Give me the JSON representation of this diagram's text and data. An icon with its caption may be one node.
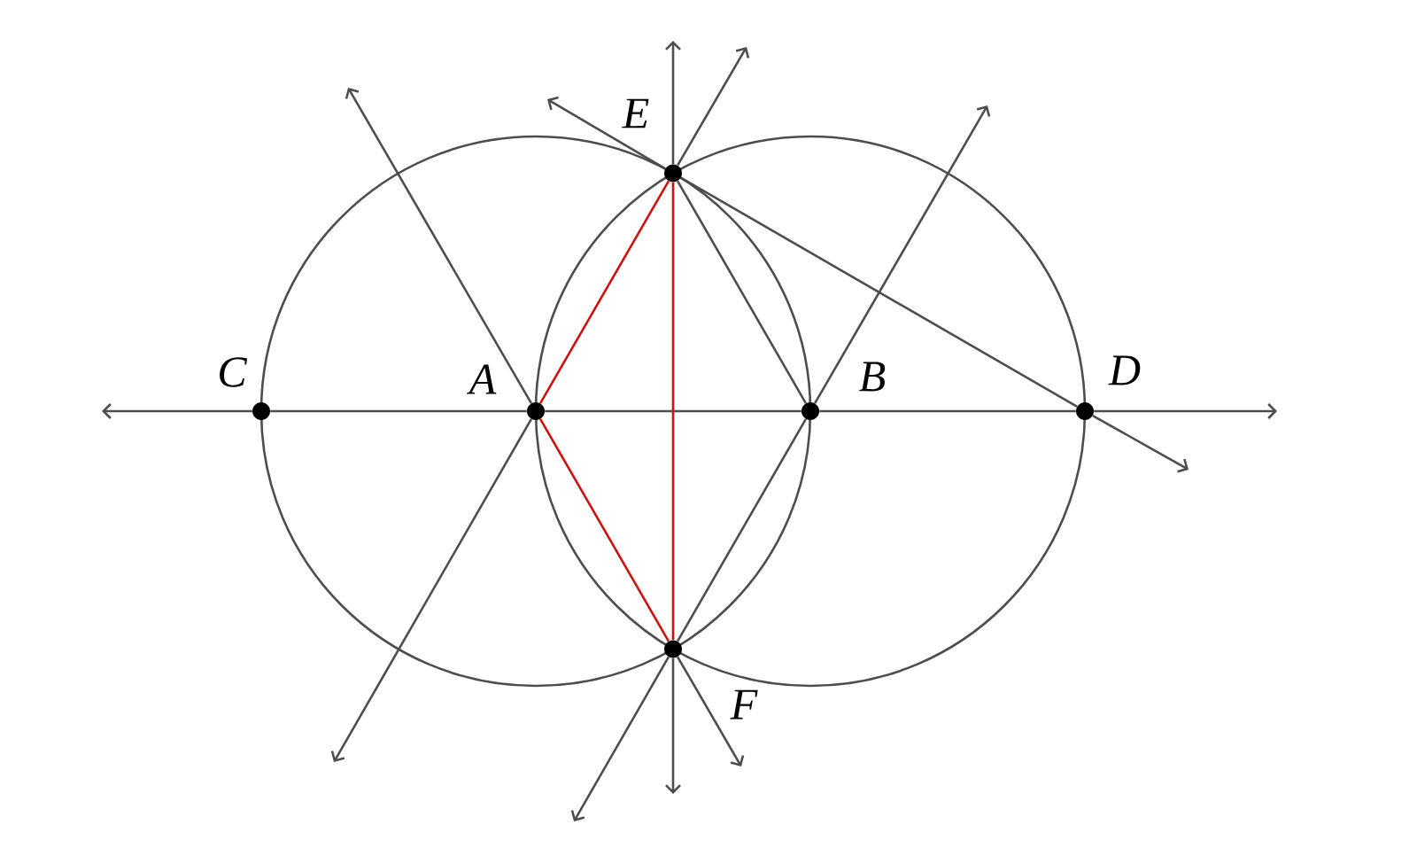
{
  "diagram": {
    "nodes": [
      {
        "text": [
          "C"
        ]
      },
      {
        "text": [
          "A"
        ]
      },
      {
        "text": [
          "B"
        ]
      },
      {
        "text": [
          "D"
        ]
      },
      {
        "text": [
          "E"
        ]
      },
      {
        "text": [
          "F"
        ]
      }
    ],
    "edges": [
      {
        "from": 0,
        "to": null,
        "arrow": "to"
      },
      {
        "from": 0,
        "to": 1,
        "arrow": "none"
      },
      {
        "from": 1,
        "to": 2,
        "arrow": "none"
      },
      {
        "from": 2,
        "to": 3,
        "arrow": "none"
      },
      {
        "from": 3,
        "to": null,
        "arrow": "to"
      },
      {
        "from": 4,
        "to": null,
        "arrow": "to"
      },
      {
        "from": 4,
        "to": 5,
        "arrow": "none",
        "color": "#cc1111"
      },
      {
        "from": 5,
        "to": null,
        "arrow": "to"
      },
      {
        "from": 1,
        "to": null,
        "arrow": "to"
      },
      {
        "from": 1,
        "to": 5,
        "arrow": "none",
        "color": "#cc1111"
      },
      {
        "from": 5,
        "to": null,
        "arrow": "to"
      },
      {
        "from": 4,
        "to": null,
        "arrow": "to"
      },
      {
        "from": 4,
        "to": 1,
        "arrow": "none",
        "color": "#cc1111"
      },
      {
        "from": 1,
        "to": null,
        "arrow": "to"
      },
      {
        "from": 5,
        "to": null,
        "arrow": "to"
      },
      {
        "from": 5,
        "to": 2,
        "arrow": "none"
      },
      {
        "from": 2,
        "to": null,
        "arrow": "to"
      },
      {
        "from": 4,
        "to": 2,
        "arrow": "none"
      },
      {
        "from": 4,
        "to": null,
        "arrow": "to"
      },
      {
        "from": 4,
        "to": 3,
        "arrow": "none"
      },
      {
        "from": 3,
        "to": null,
        "arrow": "to"
      }
    ]
  }
}
